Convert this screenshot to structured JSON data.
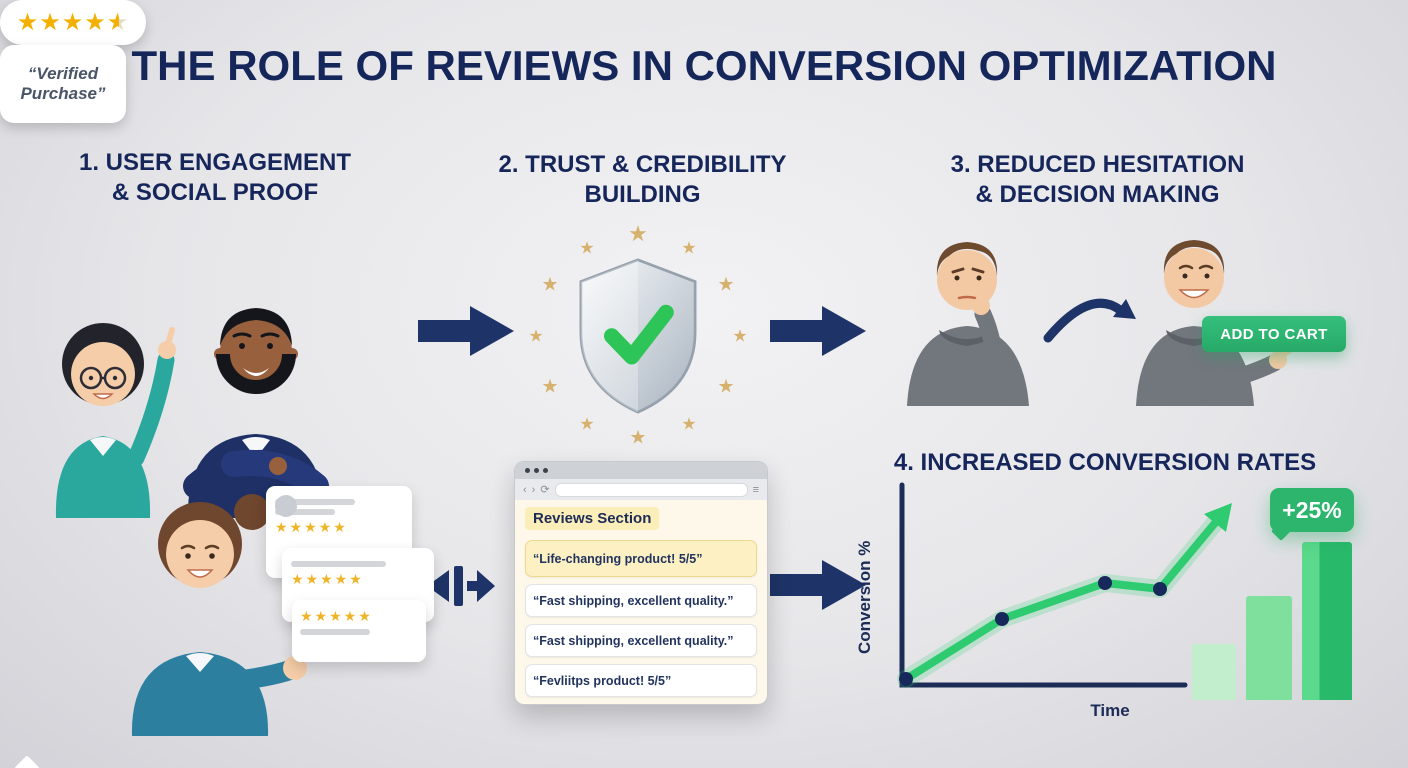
{
  "title": "THE ROLE OF REVIEWS IN CONVERSION OPTIMIZATION",
  "sections": {
    "s1": {
      "line1": "1. USER ENGAGEMENT",
      "line2": "& SOCIAL PROOF"
    },
    "s2": {
      "line1": "2. TRUST & CREDIBILITY",
      "line2": "BUILDING"
    },
    "s3": {
      "line1": "3. REDUCED HESITATION",
      "line2": "& DECISION MAKING"
    },
    "s4": {
      "heading": "4. INCREASED CONVERSION RATES"
    }
  },
  "labels": {
    "verified_purchase": "“Verified Purchase”",
    "add_to_cart": "ADD TO CART",
    "stars_full4": "★★★★",
    "star_half": "★",
    "stars5": "★★★★★"
  },
  "icons": {
    "star": "★",
    "back": "‹",
    "forward": "›",
    "refresh": "⟳",
    "menu": "≡"
  },
  "browser": {
    "header": "Reviews Section",
    "reviews": [
      "“Life-changing product! 5/5”",
      "“Fast shipping, excellent quality.”",
      "“Fast shipping, excellent quality.”",
      "“Fevliitps product! 5/5”"
    ]
  },
  "chart_data": [
    {
      "type": "line",
      "title": "4. INCREASED CONVERSION RATES",
      "xlabel": "Time",
      "ylabel": "Conversion %",
      "x": [
        0,
        1,
        2,
        3,
        4
      ],
      "values": [
        3,
        33,
        51,
        48,
        91
      ],
      "annotations": [
        "+25%"
      ],
      "axis_ranges": {
        "x": [
          0,
          4
        ],
        "y": [
          0,
          100
        ]
      },
      "grid": false,
      "legend": "none",
      "style": "green upward-trend arrow line with navy point markers"
    },
    {
      "type": "bar",
      "title": "",
      "xlabel": "",
      "ylabel": "",
      "values": [
        35,
        66,
        100
      ],
      "legend": "none",
      "note": "three unlabeled green growth bars, light to dark"
    }
  ]
}
